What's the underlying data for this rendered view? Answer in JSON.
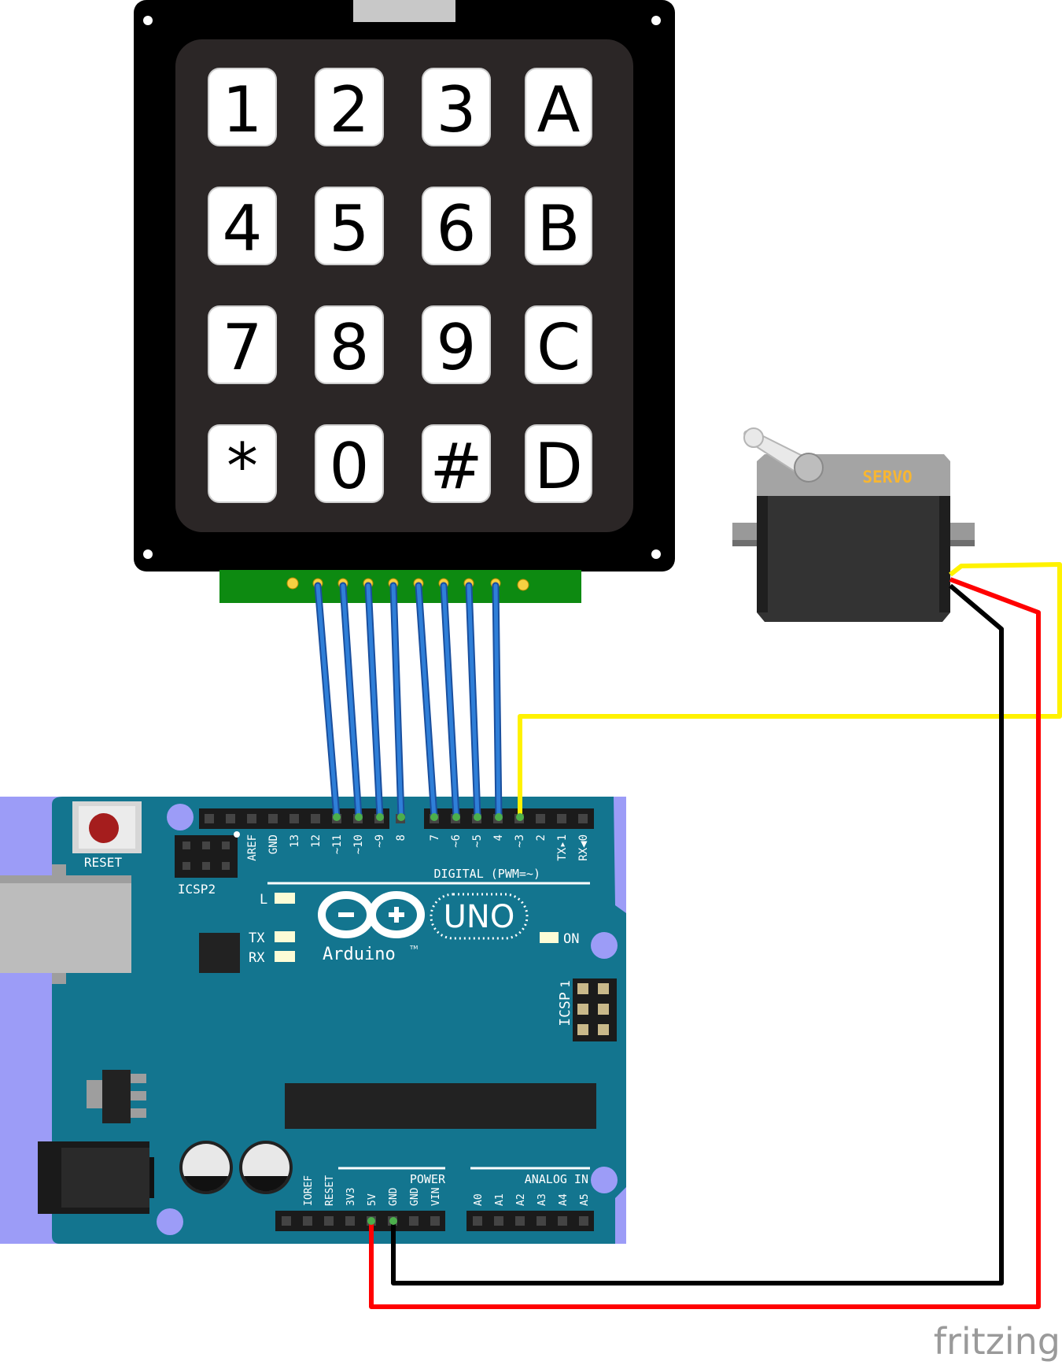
{
  "keypad": {
    "keys": [
      "1",
      "2",
      "3",
      "A",
      "4",
      "5",
      "6",
      "B",
      "7",
      "8",
      "9",
      "C",
      "*",
      "0",
      "#",
      "D"
    ]
  },
  "servo": {
    "label": "SERVO"
  },
  "arduino": {
    "reset_label": "RESET",
    "icsp2_label": "ICSP2",
    "icsp_label": "ICSP",
    "icsp_pin1": "1",
    "digital_label": "DIGITAL (PWM=~)",
    "digital_pins": [
      "AREF",
      "GND",
      "13",
      "12",
      "~11",
      "~10",
      "~9",
      "8",
      "7",
      "~6",
      "~5",
      "4",
      "~3",
      "2",
      "TX▸1",
      "RX◀0"
    ],
    "led_l": "L",
    "led_tx": "TX",
    "led_rx": "RX",
    "led_on": "ON",
    "brand": "Arduino",
    "tm": "TM",
    "model": "UNO",
    "power_label": "POWER",
    "power_pins": [
      "IOREF",
      "RESET",
      "3V3",
      "5V",
      "GND",
      "GND",
      "VIN"
    ],
    "analog_label": "ANALOG IN",
    "analog_pins": [
      "A0",
      "A1",
      "A2",
      "A3",
      "A4",
      "A5"
    ]
  },
  "watermark": "fritzing",
  "colors": {
    "board": "#13758f",
    "board_edge": "#9c9cf7",
    "keypad_frame": "#000000",
    "keypad_inner": "#2b2626",
    "pcb_green": "#0d8a11",
    "wire_blue": "#2869c8",
    "wire_yellow": "#fff200",
    "wire_red": "#ff0000",
    "wire_black": "#000000",
    "servo_body": "#333333",
    "servo_top": "#a4a4a4",
    "servo_label": "#f7b632"
  }
}
